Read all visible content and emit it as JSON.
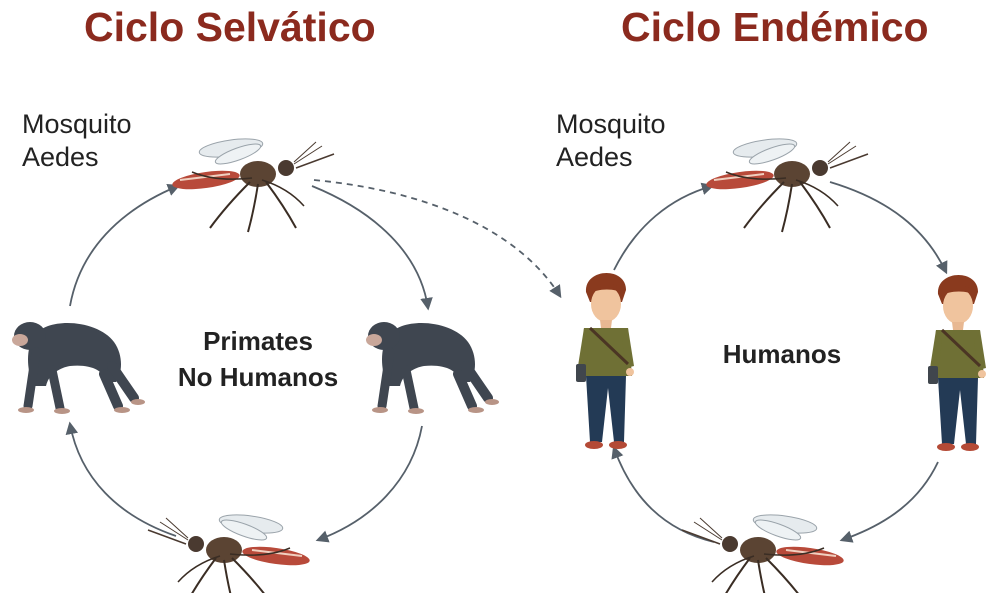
{
  "cycles": {
    "selvatic": {
      "title": "Ciclo Selvático",
      "mosquito_label_line1": "Mosquito",
      "mosquito_label_line2": "Aedes",
      "center_line1": "Primates",
      "center_line2": "No Humanos",
      "host": "chimpanzee-icon"
    },
    "endemic": {
      "title": "Ciclo Endémico",
      "mosquito_label_line1": "Mosquito",
      "mosquito_label_line2": "Aedes",
      "center_line1": "Humanos",
      "host": "human-icon"
    }
  },
  "colors": {
    "title": "#8b2a1e",
    "arrow": "#56606a",
    "text": "#222222"
  }
}
